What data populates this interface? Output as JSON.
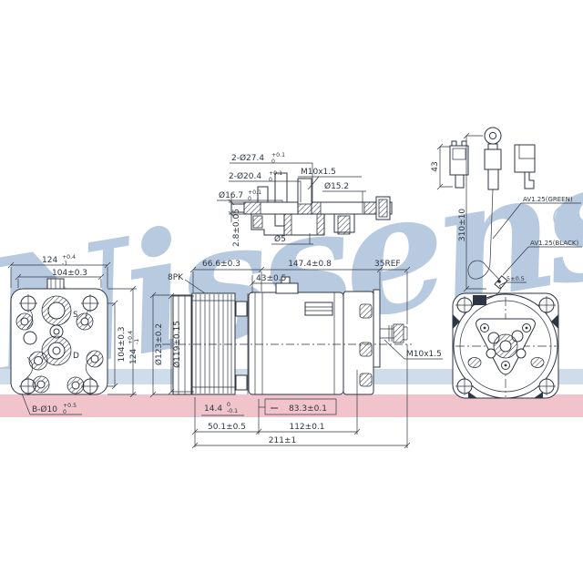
{
  "watermark": {
    "text": "Nissens",
    "registered": "®",
    "color": "#b7cadf"
  },
  "bands": {
    "blue": "#cfdcea",
    "pink": "#f1c4cb"
  },
  "section_view": {
    "dim_27": {
      "main": "2-Ø27.4",
      "sup": "+0.1",
      "sub": "0"
    },
    "dim_20": {
      "main": "2-Ø20.4",
      "sup": "+0.1",
      "sub": "0"
    },
    "dim_16": {
      "main": "Ø16.7",
      "sup": "+0.1",
      "sub": "0"
    },
    "thread": "M10x1.5",
    "dim_15_2": "Ø15.2",
    "dim_5": "Ø5",
    "dim_2_8": "2.8±0.05"
  },
  "connector_view": {
    "dim_43": "43",
    "dim_310": "310±10",
    "wire_green": "AV1.25(GREEN)",
    "wire_black": "AV1.25(BLACK)",
    "dim_5": "5±0.5"
  },
  "front_view": {
    "dim_width_124": {
      "main": "124",
      "sup": "+0.4",
      "sub": "-1"
    },
    "dim_width_104": "104±0.3",
    "dim_height_104": "104±0.3",
    "dim_height_124": {
      "main": "124",
      "sup": "+0.4",
      "sub": "-1"
    },
    "port_suction": "S",
    "port_discharge": "D",
    "dim_b10": {
      "main": "B-Ø10",
      "sup": "+0.5",
      "sub": "0"
    }
  },
  "side_view": {
    "belt_type": "8PK",
    "dim_66_6": "66.6±0.3",
    "dim_147_4": "147.4±0.8",
    "dim_35ref": "35REF",
    "dim_43": "43±0.5",
    "dim_d123": "Ø123±0.2",
    "dim_d119": "Ø119±0.15",
    "dim_14_4": {
      "main": "14.4",
      "sup": "0",
      "sub": "-0.1"
    },
    "dim_50_1": "50.1±0.5",
    "dim_83_3": "83.3±0.1",
    "dim_112": "112±0.1",
    "dim_211": "211±1"
  },
  "rear_view": {
    "thread": "M10x1.5"
  }
}
